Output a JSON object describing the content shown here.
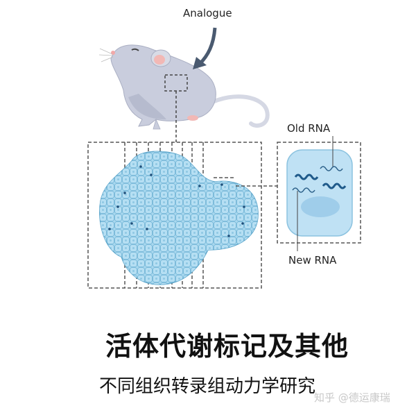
{
  "diagram": {
    "labels": {
      "analogue": "Analogue",
      "old_rna": "Old RNA",
      "new_rna": "New RNA"
    },
    "colors": {
      "mouse_body": "#c9cddd",
      "mouse_ear": "#f2b8b5",
      "arrow": "#4a5a70",
      "cell_fill": "#a9d8ef",
      "cell_stroke": "#5fa7cc",
      "rna_dark": "#1f5a8a",
      "dashed_box": "#555555"
    }
  },
  "caption": {
    "title": "活体代谢标记及其他",
    "subtitle": "不同组织转录组动力学研究"
  },
  "watermark": {
    "text": "知乎 @德运康瑞"
  }
}
